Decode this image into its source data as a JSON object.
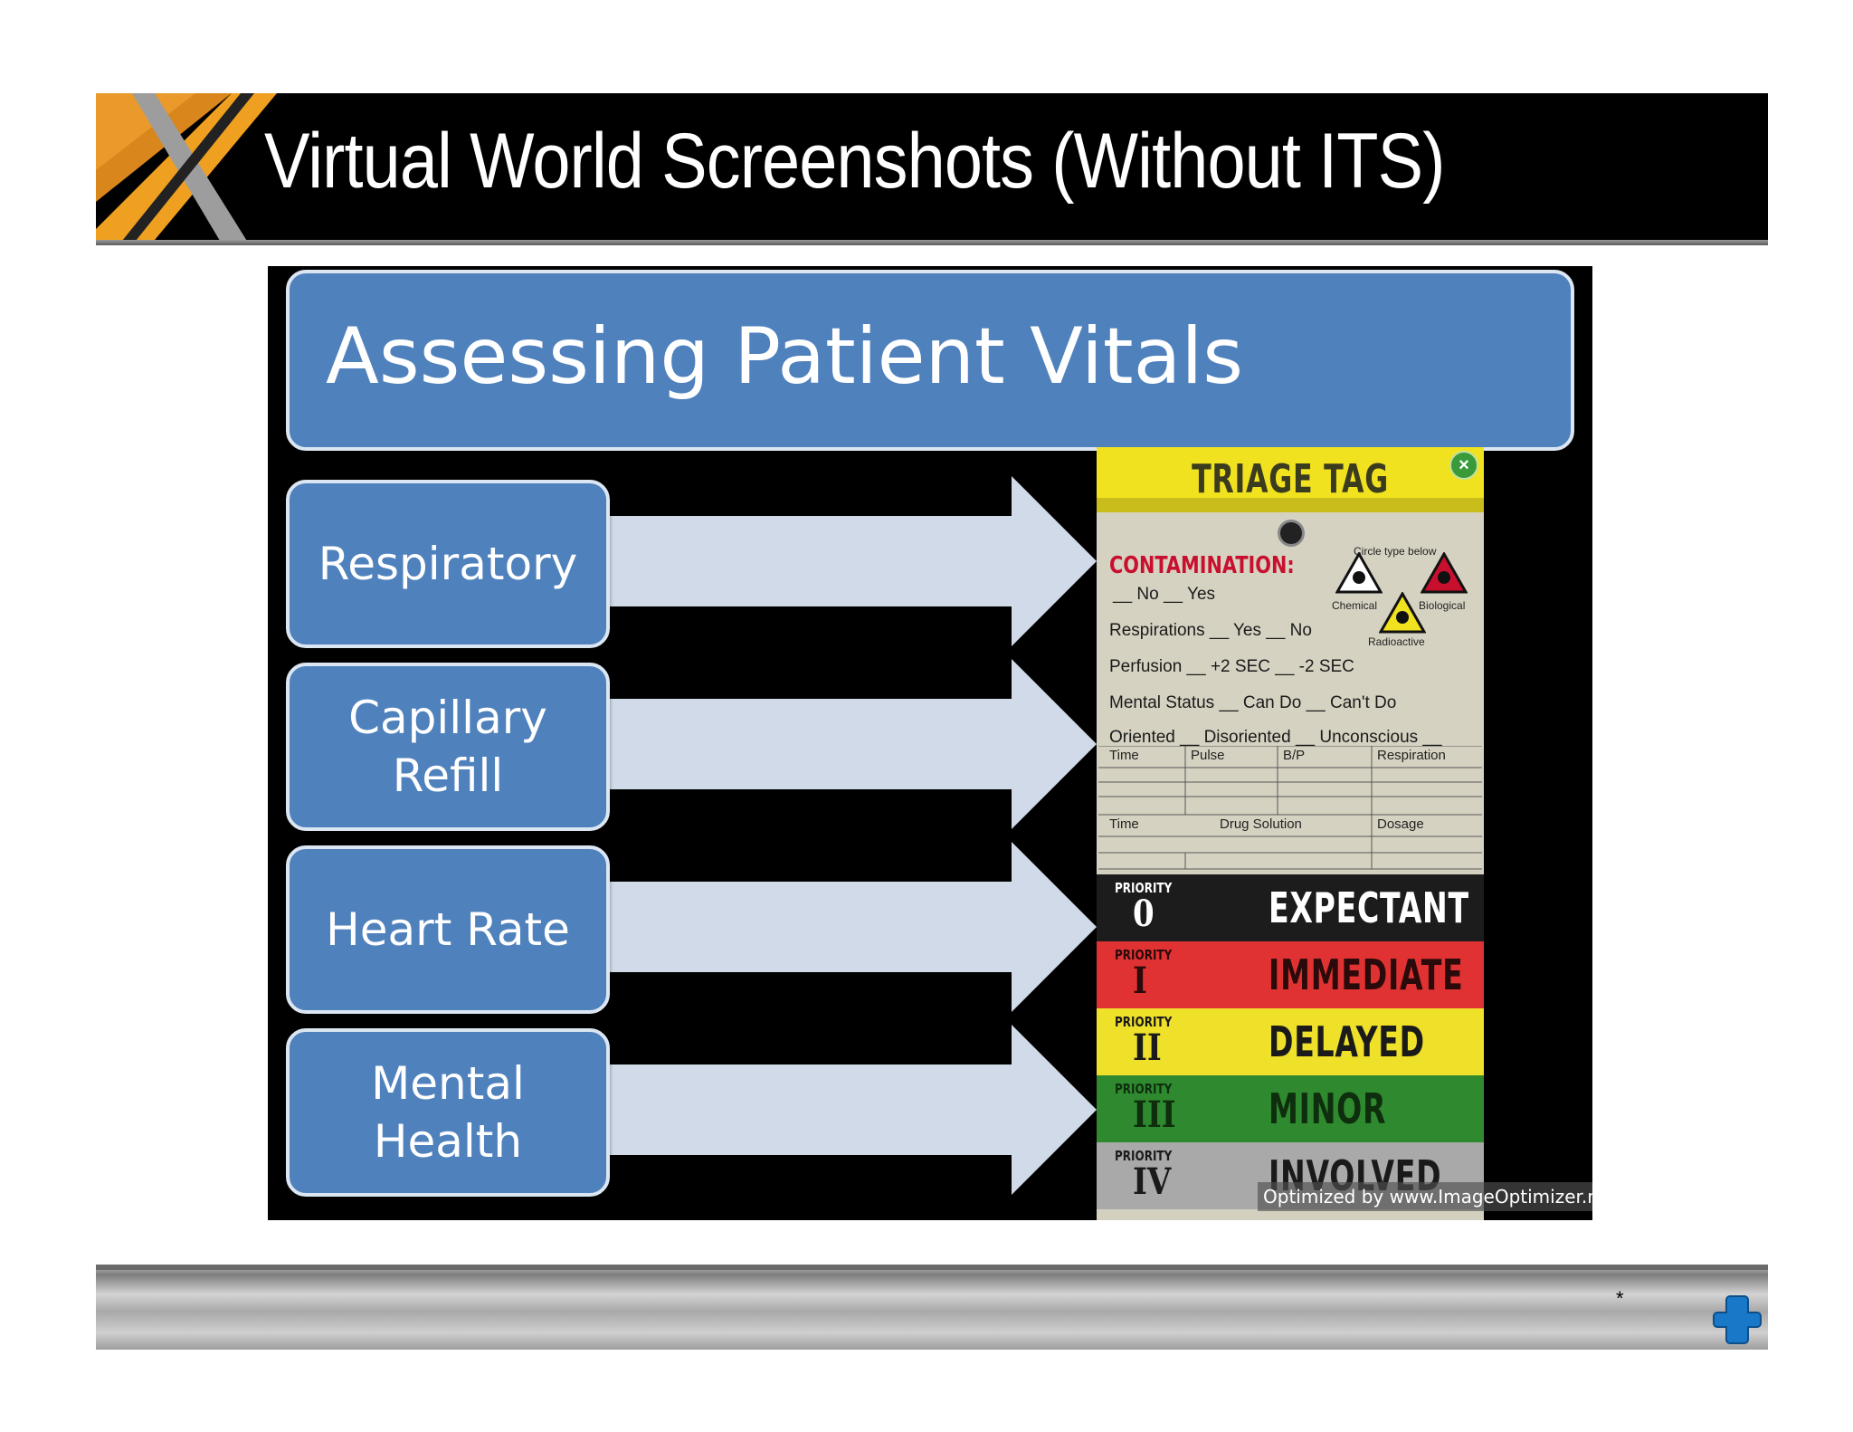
{
  "slide": {
    "title": "Virtual World Screenshots (Without ITS)",
    "footer_mark": "*"
  },
  "screenshot": {
    "banner": "Assessing Patient Vitals",
    "vitals": [
      {
        "label": "Respiratory"
      },
      {
        "label": "Capillary Refill"
      },
      {
        "label": "Heart Rate"
      },
      {
        "label": "Mental Health"
      }
    ],
    "triage_tag": {
      "title": "TRIAGE TAG",
      "contamination": "CONTAMINATION:",
      "circle_type": "Circle type below",
      "no_yes": "__ No __ Yes",
      "chemical": "Chemical",
      "biological": "Biological",
      "radioactive": "Radioactive",
      "respirations": "Respirations __ Yes __ No",
      "perfusion": "Perfusion __ +2 SEC __ -2 SEC",
      "mental_status": "Mental Status __ Can Do __ Can't Do",
      "orientation": "Oriented __ Disoriented __ Unconscious __",
      "vitals_headers": [
        "Time",
        "Pulse",
        "B/P",
        "Respiration"
      ],
      "drug_headers": [
        "Time",
        "Drug Solution",
        "Dosage"
      ],
      "priorities": [
        {
          "label": "PRIORITY",
          "num": "0",
          "name": "EXPECTANT",
          "bg": "#1c1c1c",
          "fg": "#ffffff"
        },
        {
          "label": "PRIORITY",
          "num": "I",
          "name": "IMMEDIATE",
          "bg": "#e03232",
          "fg": "#2a0a0a"
        },
        {
          "label": "PRIORITY",
          "num": "II",
          "name": "DELAYED",
          "bg": "#efe02a",
          "fg": "#1a1a1a"
        },
        {
          "label": "PRIORITY",
          "num": "III",
          "name": "MINOR",
          "bg": "#2f8a2f",
          "fg": "#0e2e0e"
        },
        {
          "label": "PRIORITY",
          "num": "IV",
          "name": "INVOLVED",
          "bg": "#a9a9a9",
          "fg": "#1a1a1a"
        }
      ]
    },
    "watermark": "Optimized by www.ImageOptimizer.net"
  },
  "colors": {
    "banner_blue": "#4f81bd",
    "arrow_fill": "#d0dae8",
    "triage_yellow": "#f1e220"
  }
}
